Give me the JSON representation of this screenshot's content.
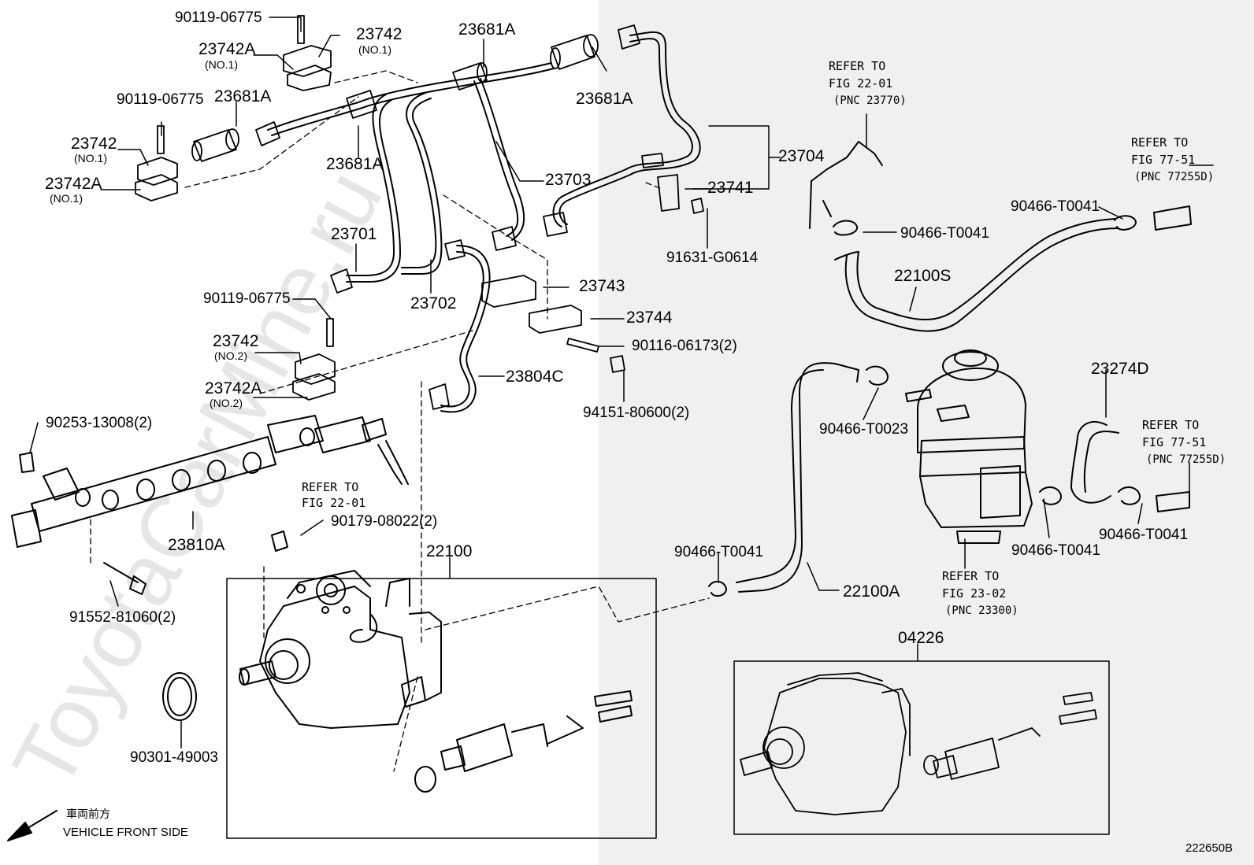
{
  "labels": {
    "p90119_a": "90119-06775",
    "p23742_a": "23742",
    "p23742_a_no": "(NO.1)",
    "p23742A_a": "23742A",
    "p23742A_a_no": "(NO.1)",
    "p23681A_top": "23681A",
    "p23681A_right": "23681A",
    "p90119_b": "90119-06775",
    "p23681A_left": "23681A",
    "p23742_b": "23742",
    "p23742_b_no": "(NO.1)",
    "p23742A_b": "23742A",
    "p23742A_b_no": "(NO.1)",
    "p23681A_mid": "23681A",
    "p23703": "23703",
    "p23704": "23704",
    "p23741": "23741",
    "p91631": "91631-G0614",
    "p23701": "23701",
    "p23702": "23702",
    "p23743": "23743",
    "p23744": "23744",
    "p90116": "90116-06173(2)",
    "p94151": "94151-80600(2)",
    "p90119_c": "90119-06775",
    "p23742_c": "23742",
    "p23742_c_no": "(NO.2)",
    "p23742A_c": "23742A",
    "p23742A_c_no": "(NO.2)",
    "p23804C": "23804C",
    "p90253": "90253-13008(2)",
    "ref2201_a_1": "REFER TO",
    "ref2201_a_2": "FIG 22-01",
    "p23810A": "23810A",
    "p90179": "90179-08022(2)",
    "p22100": "22100",
    "p91552": "91552-81060(2)",
    "p90301": "90301-49003",
    "ref2201_b_1": "REFER TO",
    "ref2201_b_2": "FIG 22-01",
    "ref2201_b_3": "(PNC 23770)",
    "p90466_a": "90466-T0041",
    "p22100S": "22100S",
    "ref7751_a_1": "REFER TO",
    "ref7751_a_2": "FIG 77-51",
    "ref7751_a_3": "(PNC 77255D)",
    "p90466_b": "90466-T0041",
    "p90466_c": "90466-T0023",
    "p23274D": "23274D",
    "ref7751_b_1": "REFER TO",
    "ref7751_b_2": "FIG 77-51",
    "ref7751_b_3": "(PNC 77255D)",
    "p90466_d": "90466-T0041",
    "p90466_e": "90466-T0041",
    "p90466_f": "90466-T0041",
    "p22100A": "22100A",
    "ref2302_1": "REFER TO",
    "ref2302_2": "FIG 23-02",
    "ref2302_3": "(PNC 23300)",
    "p04226": "04226",
    "front_jp": "車両前方",
    "front_en": "VEHICLE FRONT SIDE",
    "fig_no": "222650B",
    "watermark": "ToyotaCarMine.ru"
  },
  "colors": {
    "line": "#000000",
    "shade": "#f0f0f0",
    "watermark": "#e6e6e6"
  }
}
